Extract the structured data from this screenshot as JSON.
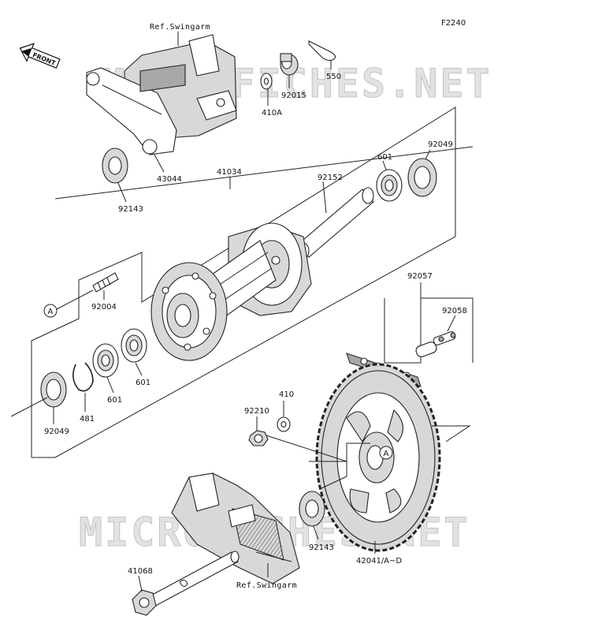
{
  "diagram_code": "F2240",
  "front_label": "FRONT",
  "watermarks": [
    "MICROFICHES.NET",
    "MICROFICHES.NET"
  ],
  "callout_letter": "A",
  "parts": [
    {
      "id": "ref-swingarm-top",
      "label": "Ref.Swingarm"
    },
    {
      "id": "p550",
      "label": "550"
    },
    {
      "id": "p92015",
      "label": "92015"
    },
    {
      "id": "p410a",
      "label": "410A"
    },
    {
      "id": "p43044",
      "label": "43044"
    },
    {
      "id": "p92143-top",
      "label": "92143"
    },
    {
      "id": "p41034",
      "label": "41034"
    },
    {
      "id": "p92049-right",
      "label": "92049"
    },
    {
      "id": "p601-right",
      "label": "601"
    },
    {
      "id": "p92152",
      "label": "92152"
    },
    {
      "id": "p92004",
      "label": "92004"
    },
    {
      "id": "p601-mid",
      "label": "601"
    },
    {
      "id": "p601-low",
      "label": "601"
    },
    {
      "id": "p481",
      "label": "481"
    },
    {
      "id": "p92049-left",
      "label": "92049"
    },
    {
      "id": "p92057",
      "label": "92057"
    },
    {
      "id": "p92058",
      "label": "92058"
    },
    {
      "id": "p410",
      "label": "410"
    },
    {
      "id": "p92210",
      "label": "92210"
    },
    {
      "id": "p92143-bottom",
      "label": "92143"
    },
    {
      "id": "p42041",
      "label": "42041/A~D"
    },
    {
      "id": "p41068",
      "label": "41068"
    },
    {
      "id": "ref-swingarm-bottom",
      "label": "Ref.Swingarm"
    }
  ]
}
